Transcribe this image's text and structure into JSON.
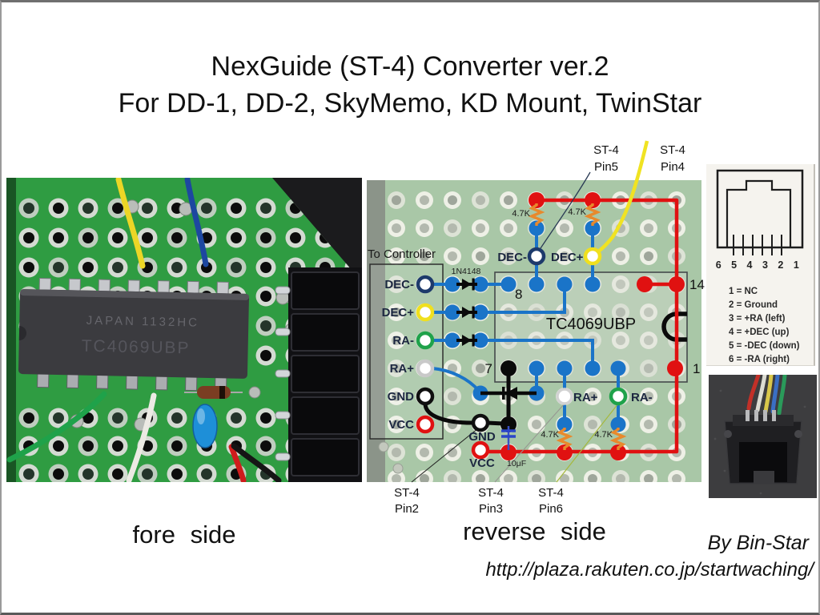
{
  "title": {
    "line1": "NexGuide (ST-4) Converter ver.2",
    "line2": "For DD-1, DD-2, SkyMemo, KD Mount, TwinStar"
  },
  "captions": {
    "fore_side": "fore side",
    "reverse_side": "reverse side"
  },
  "credit": {
    "author": "By Bin-Star",
    "url": "http://plaza.rakuten.co.jp/startwaching/"
  },
  "fore_photo": {
    "chip_marking_line1": "JAPAN 1132HC",
    "chip_marking_line2": "TC4069UBP"
  },
  "schematic": {
    "to_controller": "To Controller",
    "controller_pins": [
      "DEC-",
      "DEC+",
      "RA-",
      "RA+",
      "GND",
      "VCC"
    ],
    "diode_label": "1N4148",
    "resistor_label": "4.7K",
    "capacitor_label": "10μF",
    "chip_label": "TC4069UBP",
    "pin_8": "8",
    "pin_7": "7",
    "pin_14": "14",
    "pin_1": "1",
    "top_dec_minus": "DEC-",
    "top_dec_plus": "DEC+",
    "bottom_ra_plus": "RA+",
    "bottom_ra_minus": "RA-",
    "gnd_label": "GND",
    "vcc_label": "VCC",
    "st4": "ST-4",
    "st4_pin5": "Pin5",
    "st4_pin4": "Pin4",
    "st4_pin2": "Pin2",
    "st4_pin3": "Pin3",
    "st4_pin6": "Pin6"
  },
  "pinout_card": {
    "pin_numbers": "6 5 4 3 2 1",
    "legend": [
      "1 = NC",
      "2 = Ground",
      "3 = +RA (left)",
      "4 = +DEC (up)",
      "5 = -DEC (down)",
      "6 = -RA (right)"
    ]
  },
  "colors": {
    "wire_red": "#e01111",
    "wire_blue": "#1a74c8",
    "wire_yellow": "#f0e322",
    "wire_green": "#1fa24a",
    "ring_navy": "#1d3a6b",
    "resistor_orange": "#e8892c",
    "board_sage": "#a9c7a7",
    "pcb_green": "#2f9c42",
    "label_navy": "#1c2740"
  }
}
